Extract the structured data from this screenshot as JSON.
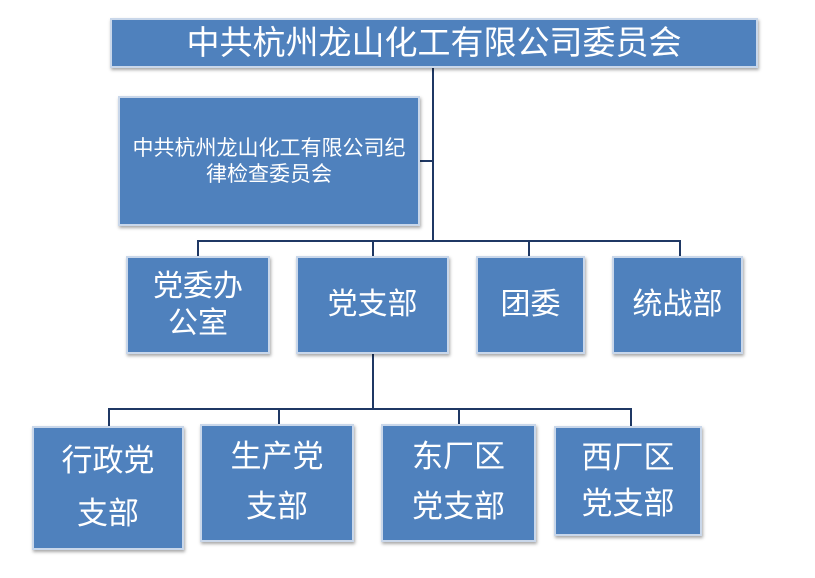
{
  "org": {
    "root": "中共杭州龙山化工有限公司委员会",
    "discipline": "中共杭州龙山化工有限公司纪律检查委员会",
    "departments": [
      "党委办公室",
      "党支部",
      "团委",
      "统战部"
    ],
    "branches": [
      "行政党支部",
      "生产党支部",
      "东厂区党支部",
      "西厂区党支部"
    ]
  },
  "colors": {
    "box_fill": "#4f81bd",
    "box_border": "#c9d7ea",
    "connector": "#1f3864",
    "text": "#ffffff"
  }
}
